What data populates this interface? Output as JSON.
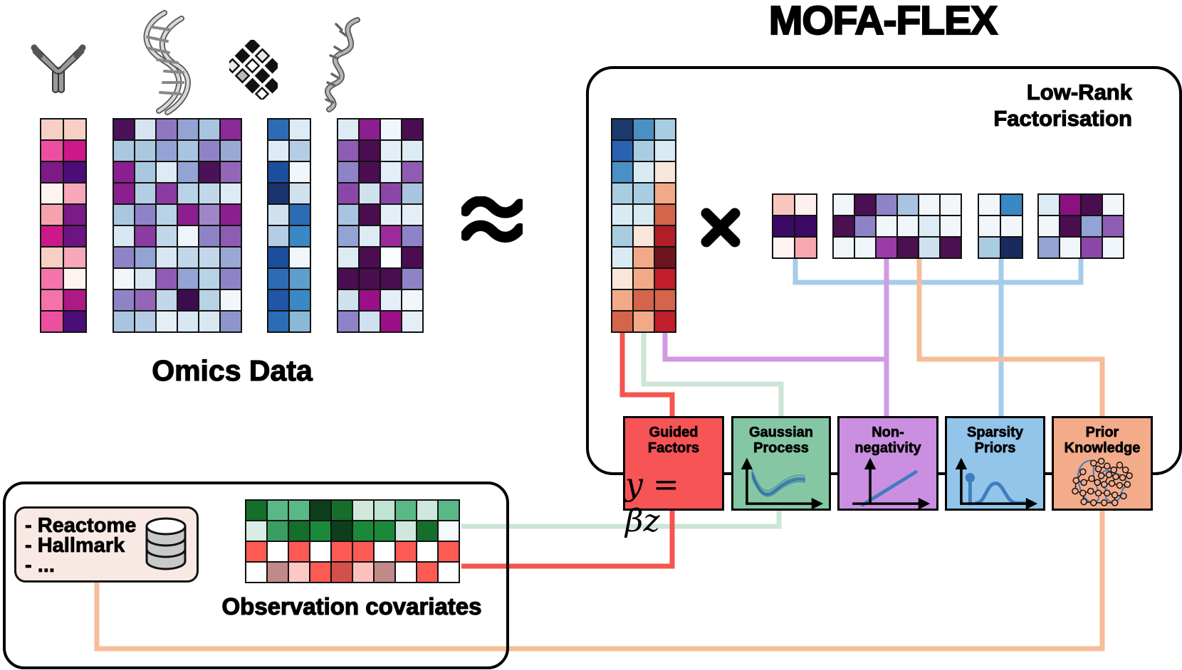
{
  "header": {
    "title": "MOFA-FLEX"
  },
  "symbols": {
    "approx": "≈",
    "multiply": "×"
  },
  "omics": {
    "label": "Omics Data"
  },
  "factorisation": {
    "label_line1": "Low-Rank",
    "label_line2": "Factorisation"
  },
  "components": [
    {
      "id": "guided-factors",
      "lines": [
        "Guided",
        "Factors"
      ],
      "fill": "#f75456",
      "formula": "y = βz"
    },
    {
      "id": "gaussian-process",
      "lines": [
        "Gaussian",
        "Process"
      ],
      "fill": "#85c7a4"
    },
    {
      "id": "non-negativity",
      "lines": [
        "Non-",
        "negativity"
      ],
      "fill": "#cb8fe2"
    },
    {
      "id": "sparsity-priors",
      "lines": [
        "Sparsity",
        "Priors"
      ],
      "fill": "#92c5e9"
    },
    {
      "id": "prior-knowledge",
      "lines": [
        "Prior",
        "Knowledge"
      ],
      "fill": "#f4ab8a"
    }
  ],
  "knowledge_base": {
    "items": [
      "- Reactome",
      "- Hallmark",
      "- ..."
    ],
    "icon": "database-icon"
  },
  "covariates_label": "Observation covariates",
  "icons": {
    "modalities": [
      "antibody-icon",
      "dna-helix-icon",
      "snp-array-icon",
      "rna-icon"
    ],
    "plot_icons": [
      "gp-curve-icon",
      "nonneg-line-icon",
      "spike-slab-icon",
      "network-icon"
    ]
  },
  "colors": {
    "line_red": "#f5544f",
    "line_green": "#cde5d6",
    "line_purple": "#d09ae4",
    "line_blue": "#a5cde9",
    "line_orange": "#f6bd9a",
    "plot_accent": "#3f7dc0",
    "icon_gray": "#9a9a9a",
    "db_gray": "#c9c9c9",
    "kb_fill": "#f9e9e4"
  },
  "matrices": {
    "antibody_view": {
      "cw": 30,
      "ch": 28,
      "cells": [
        [
          "#f8cfc4",
          "#f8cfc4"
        ],
        [
          "#ed4fa0",
          "#cb1989"
        ],
        [
          "#7c1a86",
          "#4b0e79"
        ],
        [
          "#fdf3f1",
          "#f6a7b9"
        ],
        [
          "#f5a2ae",
          "#7c1a86"
        ],
        [
          "#cb1989",
          "#6e1482"
        ],
        [
          "#f8cfc4",
          "#f6a7b9"
        ],
        [
          "#f373aa",
          "#fdf4f0"
        ],
        [
          "#f373aa",
          "#ad1a83"
        ],
        [
          "#ed4fa0",
          "#4b0e79"
        ]
      ]
    },
    "dna_view": {
      "cw": 28,
      "ch": 28,
      "cells": [
        [
          "#4a1259",
          "#d4e4f0",
          "#8f77c1",
          "#92a3d4",
          "#a9c4e0",
          "#8b2b96"
        ],
        [
          "#a9c8e0",
          "#a9c8e0",
          "#92a3d4",
          "#a9c4e0",
          "#8f83c8",
          "#9aa8d4"
        ],
        [
          "#8b1f90",
          "#a9c8e0",
          "#dcebf4",
          "#92a3d4",
          "#4a1259",
          "#9366b8"
        ],
        [
          "#8b1f90",
          "#b4cde4",
          "#8b3ba2",
          "#b8d2e6",
          "#c2d8ea",
          "#dcebf4"
        ],
        [
          "#a9c8e0",
          "#8f83c8",
          "#b8d2e6",
          "#8b1f90",
          "#9f86c8",
          "#8b1f90"
        ],
        [
          "#d8e8f2",
          "#8b3ba2",
          "#c2d8ea",
          "#eef5fa",
          "#8f83c8",
          "#8f5cb4"
        ],
        [
          "#8f83c8",
          "#92a3d4",
          "#d8e8f2",
          "#c2d8ea",
          "#c2d8ea",
          "#9aa8d4"
        ],
        [
          "#f0f6fa",
          "#d8e8f2",
          "#8f5cb4",
          "#92a3d4",
          "#b8d2e6",
          "#8f83c8"
        ],
        [
          "#8f83c8",
          "#9366b8",
          "#c2d8ea",
          "#3c0d4e",
          "#b8d2e6",
          "#f0f6fa"
        ],
        [
          "#a9c4e0",
          "#b4cde4",
          "#e4eef6",
          "#d8e8f2",
          "#d8e8f2",
          "#8f95cc"
        ]
      ]
    },
    "snp_view": {
      "cw": 28,
      "ch": 28,
      "cells": [
        [
          "#2b6cb4",
          "#dcebf4"
        ],
        [
          "#dcebf4",
          "#b4cde4"
        ],
        [
          "#1d4e9e",
          "#f0f6fa"
        ],
        [
          "#1a356e",
          "#cfe0ee"
        ],
        [
          "#cfe0ee",
          "#2b6cb4"
        ],
        [
          "#b4cde4",
          "#3a88c4"
        ],
        [
          "#1d4e9e",
          "#f0f6fa"
        ],
        [
          "#2b6cb4",
          "#5e9ecc"
        ],
        [
          "#2055a8",
          "#3a88c4"
        ],
        [
          "#2b6cb4",
          "#8cb8d8"
        ]
      ]
    },
    "rna_view": {
      "cw": 28,
      "ch": 28,
      "cells": [
        [
          "#dcebf4",
          "#8b1f90",
          "#f0f6fa",
          "#4a0d50"
        ],
        [
          "#8f5cb4",
          "#4a0d50",
          "#e4eef6",
          "#dcebf4"
        ],
        [
          "#8f83c8",
          "#4a0d50",
          "#e4eef6",
          "#8f5cb4"
        ],
        [
          "#8b47a8",
          "#cfe0ee",
          "#8b47a8",
          "#a9c4e0"
        ],
        [
          "#a9c4e0",
          "#4a0d50",
          "#e4eef6",
          "#e4eef6"
        ],
        [
          "#92a3d4",
          "#dcebf4",
          "#9b2b9b",
          "#8f83c8"
        ],
        [
          "#dcebf4",
          "#4a0d50",
          "#fafcfe",
          "#4a0d50"
        ],
        [
          "#4a0d50",
          "#4a0d50",
          "#4a0d50",
          "#8f83c8"
        ],
        [
          "#cfe0ee",
          "#9b1088",
          "#e4eef6",
          "#f0f6fa"
        ],
        [
          "#8f83c8",
          "#cfe0ee",
          "#9b1088",
          "#e4eef6"
        ]
      ]
    },
    "factors": {
      "cw": 28,
      "ch": 28,
      "cells": [
        [
          "#1a3a6e",
          "#4a90c4",
          "#a8cce0"
        ],
        [
          "#2b62b0",
          "#a8cce0",
          "#d8eaf2"
        ],
        [
          "#4a90c4",
          "#d8eaf2",
          "#f8e6da"
        ],
        [
          "#a8cce0",
          "#a8cce0",
          "#f2a988"
        ],
        [
          "#d8eaf2",
          "#d8eaf2",
          "#d4644a"
        ],
        [
          "#a8cce0",
          "#f8e6da",
          "#b01e28"
        ],
        [
          "#d8eaf2",
          "#f2a988",
          "#6e1420"
        ],
        [
          "#f8e6da",
          "#f2a988",
          "#c01e2a"
        ],
        [
          "#f2a988",
          "#d4644a",
          "#d4644a"
        ],
        [
          "#d4644a",
          "#f2a988",
          "#c01e2a"
        ]
      ]
    },
    "weights1": {
      "cw": 29,
      "ch": 28,
      "cells": [
        [
          "#f9c6be",
          "#fdf0ee"
        ],
        [
          "#3a0a64",
          "#3a0a64"
        ],
        [
          "#fdf4f2",
          "#f6a7b0"
        ]
      ]
    },
    "weights2": {
      "cw": 28,
      "ch": 28,
      "cells": [
        [
          "#f0f6fa",
          "#4a1050",
          "#8f83c8",
          "#a9c4e0",
          "#f0f6fa",
          "#f0f6fa"
        ],
        [
          "#4a1050",
          "#8f83c8",
          "#f0f6fa",
          "#f0f6fa",
          "#dcebf4",
          "#f0f6fa"
        ],
        [
          "#f0f6fa",
          "#f0f6fa",
          "#9b3ba8",
          "#4a1050",
          "#cfe0ee",
          "#4a1050"
        ]
      ]
    },
    "weights3": {
      "cw": 29,
      "ch": 28,
      "cells": [
        [
          "#f0f6fa",
          "#3a88c4"
        ],
        [
          "#f0f6fa",
          "#f0f6fa"
        ],
        [
          "#a9cce0",
          "#1a2a5e"
        ]
      ]
    },
    "weights4": {
      "cw": 28,
      "ch": 28,
      "cells": [
        [
          "#dcebf4",
          "#8b1080",
          "#4a0d50",
          "#f0f6fa"
        ],
        [
          "#f0f6fa",
          "#4a0d50",
          "#92a3d4",
          "#8f5cb4"
        ],
        [
          "#92a3d4",
          "#f0f6fa",
          "#8b47a8",
          "#f0f6fa"
        ]
      ]
    },
    "covariates": {
      "cw": 28,
      "ch": 27,
      "cells": [
        [
          "#156e2a",
          "#5ab886",
          "#5ab886",
          "#0e3e1c",
          "#156e2a",
          "#d2e8dc",
          "#c0e4d4",
          "#5ab886",
          "#cfe8de",
          "#5ab886"
        ],
        [
          "#d8eee4",
          "#3a9e62",
          "#156e2a",
          "#1a8a3a",
          "#0e3e1c",
          "#1a8a3a",
          "#1a8a3a",
          "#cfe8de",
          "#156e2a",
          "#f4fafc"
        ],
        [
          "#fc5a52",
          "#ffffff",
          "#fc5a52",
          "#ffffff",
          "#fc5a52",
          "#fc5a52",
          "#ffffff",
          "#fc5a52",
          "#ffffff",
          "#fc5a52"
        ],
        [
          "#ffffff",
          "#c08a88",
          "#fcc8c6",
          "#fc5a52",
          "#d4504a",
          "#fcc0be",
          "#c08a88",
          "#ffffff",
          "#fc5a52",
          "#ffffff"
        ]
      ]
    }
  }
}
